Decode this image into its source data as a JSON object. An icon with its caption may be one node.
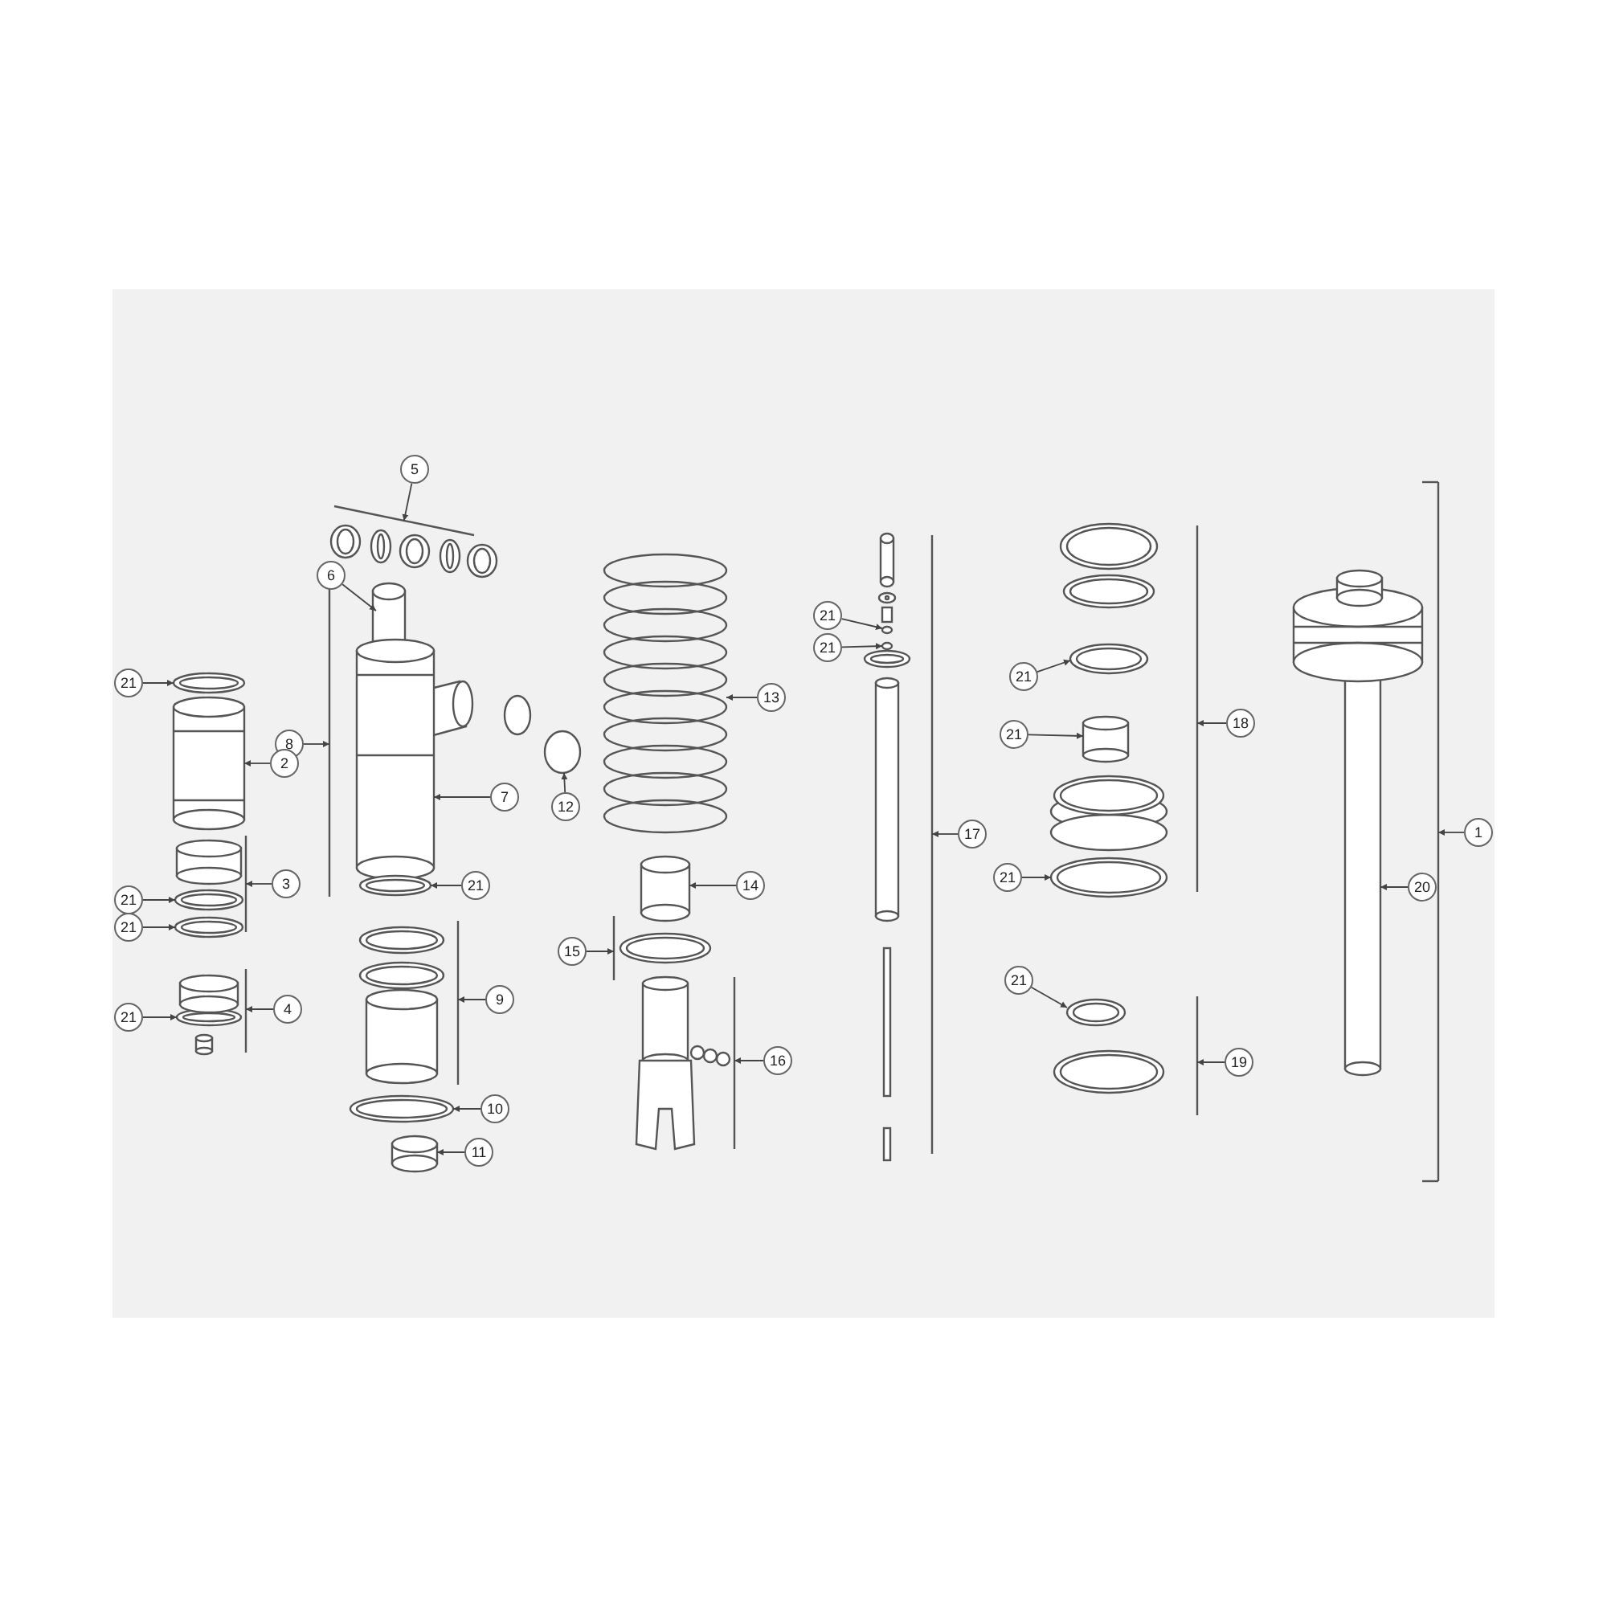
{
  "diagram": {
    "nodes": [
      {
        "text": [
          "5"
        ]
      },
      {
        "text": [
          "6"
        ]
      },
      {
        "text": [
          "21"
        ]
      },
      {
        "text": [
          "21"
        ]
      },
      {
        "text": [
          "21"
        ]
      },
      {
        "text": [
          "21"
        ]
      },
      {
        "text": [
          "13"
        ]
      },
      {
        "text": [
          "21"
        ]
      },
      {
        "text": [
          "18"
        ]
      },
      {
        "text": [
          "8"
        ]
      },
      {
        "text": [
          "2"
        ]
      },
      {
        "text": [
          "12"
        ]
      },
      {
        "text": [
          "7"
        ]
      },
      {
        "text": [
          "1"
        ]
      },
      {
        "text": [
          "17"
        ]
      },
      {
        "text": [
          "3"
        ]
      },
      {
        "text": [
          "21"
        ]
      },
      {
        "text": [
          "14"
        ]
      },
      {
        "text": [
          "20"
        ]
      },
      {
        "text": [
          "21"
        ]
      },
      {
        "text": [
          "21"
        ]
      },
      {
        "text": [
          "21"
        ]
      },
      {
        "text": [
          "15"
        ]
      },
      {
        "text": [
          "21"
        ]
      },
      {
        "text": [
          "9"
        ]
      },
      {
        "text": [
          "4"
        ]
      },
      {
        "text": [
          "21"
        ]
      },
      {
        "text": [
          "16"
        ]
      },
      {
        "text": [
          "19"
        ]
      },
      {
        "text": [
          "10"
        ]
      },
      {
        "text": [
          "11"
        ]
      },
      {
        "text": [],
        "shape": "circle"
      },
      {
        "text": [],
        "shape": "circle"
      },
      {
        "text": [],
        "shape": "picture"
      },
      {
        "text": [],
        "shape": "box"
      },
      {
        "text": [],
        "shape": "picture"
      },
      {
        "text": [],
        "shape": "picture"
      },
      {
        "text": [],
        "shape": "cylinder"
      },
      {
        "text": [],
        "shape": "picture"
      },
      {
        "text": [],
        "shape": "circle"
      },
      {
        "text": [],
        "shape": "picture"
      },
      {
        "text": [],
        "shape": "picture"
      },
      {
        "text": [],
        "shape": "picture"
      },
      {
        "text": [],
        "shape": "picture"
      },
      {
        "text": [],
        "shape": "picture"
      },
      {
        "text": [],
        "shape": "picture"
      },
      {
        "text": [],
        "shape": "picture"
      },
      {
        "text": [],
        "shape": "picture"
      },
      {
        "text": [],
        "shape": "picture"
      },
      {
        "text": [],
        "shape": "picture"
      },
      {
        "text": [],
        "shape": "picture"
      },
      {
        "text": [],
        "shape": "bar"
      },
      {
        "text": [],
        "shape": "bar"
      },
      {
        "text": [],
        "shape": "bar"
      },
      {
        "text": [],
        "shape": "bar"
      },
      {
        "text": [],
        "shape": "bar"
      },
      {
        "text": [],
        "shape": "bar"
      },
      {
        "text": [],
        "shape": "bar"
      },
      {
        "text": [],
        "shape": "bar"
      },
      {
        "text": [],
        "shape": "bar"
      },
      {
        "text": [],
        "shape": "bar"
      },
      {
        "text": [],
        "shape": "bar"
      }
    ],
    "edges": [
      {
        "from": 0,
        "to": 51,
        "arrow": "to"
      },
      {
        "from": 1,
        "to": 34,
        "arrow": "to"
      },
      {
        "from": 2,
        "to": 35,
        "arrow": "to"
      },
      {
        "from": 3,
        "to": 31,
        "arrow": "to"
      },
      {
        "from": 4,
        "to": 32,
        "arrow": "to"
      },
      {
        "from": 5,
        "to": 33,
        "arrow": "to"
      },
      {
        "from": 6,
        "to": 36,
        "arrow": "to"
      },
      {
        "from": 7,
        "to": 37,
        "arrow": "to"
      },
      {
        "from": 8,
        "to": 59,
        "arrow": "to"
      },
      {
        "from": 9,
        "to": 52,
        "arrow": "to"
      },
      {
        "from": 10,
        "to": 38,
        "arrow": "to"
      },
      {
        "from": 11,
        "to": 39,
        "arrow": "to"
      },
      {
        "from": 12,
        "to": 40,
        "arrow": "to"
      },
      {
        "from": 13,
        "to": 61,
        "arrow": "to"
      },
      {
        "from": 14,
        "to": 58,
        "arrow": "to"
      },
      {
        "from": 15,
        "to": 53,
        "arrow": "to"
      },
      {
        "from": 16,
        "to": 43,
        "arrow": "to"
      },
      {
        "from": 17,
        "to": 44,
        "arrow": "to"
      },
      {
        "from": 18,
        "to": 41,
        "arrow": "to"
      },
      {
        "from": 19,
        "to": 42,
        "arrow": "to"
      },
      {
        "from": 20,
        "to": 45,
        "arrow": "to"
      },
      {
        "from": 21,
        "to": 46,
        "arrow": "to"
      },
      {
        "from": 22,
        "to": 56,
        "arrow": "to"
      },
      {
        "from": 23,
        "to": 47,
        "arrow": "to"
      },
      {
        "from": 24,
        "to": 55,
        "arrow": "to"
      },
      {
        "from": 25,
        "to": 54,
        "arrow": "to"
      },
      {
        "from": 26,
        "to": 48,
        "arrow": "to"
      },
      {
        "from": 27,
        "to": 57,
        "arrow": "to"
      },
      {
        "from": 28,
        "to": 60,
        "arrow": "to"
      },
      {
        "from": 29,
        "to": 49,
        "arrow": "to"
      },
      {
        "from": 30,
        "to": 50,
        "arrow": "to"
      }
    ]
  }
}
